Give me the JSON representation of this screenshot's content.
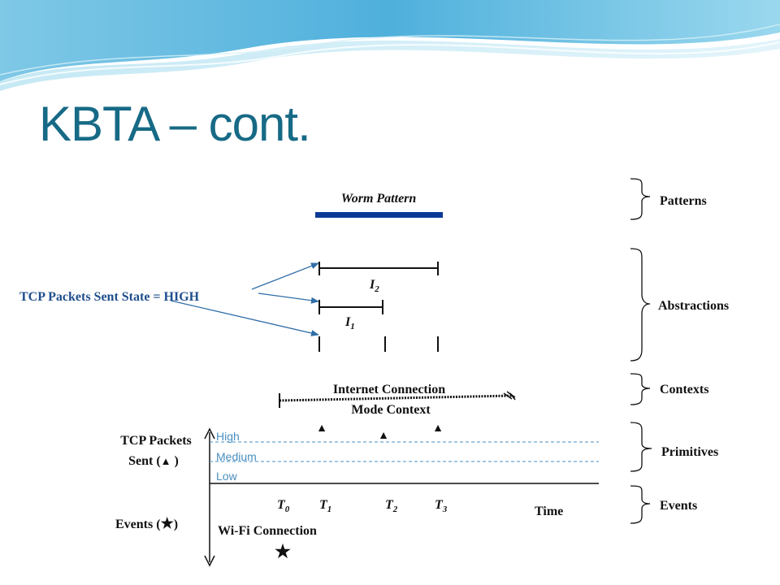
{
  "slide": {
    "title": "KBTA – cont.",
    "accent_color": "#176a86"
  },
  "diagram": {
    "pattern_label": "Worm Pattern",
    "state_label": "TCP Packets Sent State = HIGH",
    "intervals": {
      "i2_base": "I",
      "i2_sub": "2",
      "i1_base": "I",
      "i1_sub": "1"
    },
    "context_label_line1": "Internet Connection",
    "context_label_line2": "Mode Context",
    "primitive_label_line1": "TCP Packets",
    "primitive_label_line2_prefix": "Sent (",
    "primitive_label_line2_suffix": " )",
    "triangle_glyph": "▲",
    "levels": [
      "High",
      "Medium",
      "Low"
    ],
    "events_label_prefix": "Events (",
    "events_label_suffix": ")",
    "star_glyph": "★",
    "event_name": "Wi-Fi Connection",
    "time_label": "Time",
    "time_points": [
      {
        "base": "T",
        "sub": "0"
      },
      {
        "base": "T",
        "sub": "1"
      },
      {
        "base": "T",
        "sub": "2"
      },
      {
        "base": "T",
        "sub": "3"
      }
    ],
    "categories": [
      "Patterns",
      "Abstractions",
      "Contexts",
      "Primitives",
      "Events"
    ],
    "colors": {
      "pattern_bar": "#0d3a96",
      "arrows": "#2f6ea8",
      "dashed": "#4a8fc0"
    }
  }
}
